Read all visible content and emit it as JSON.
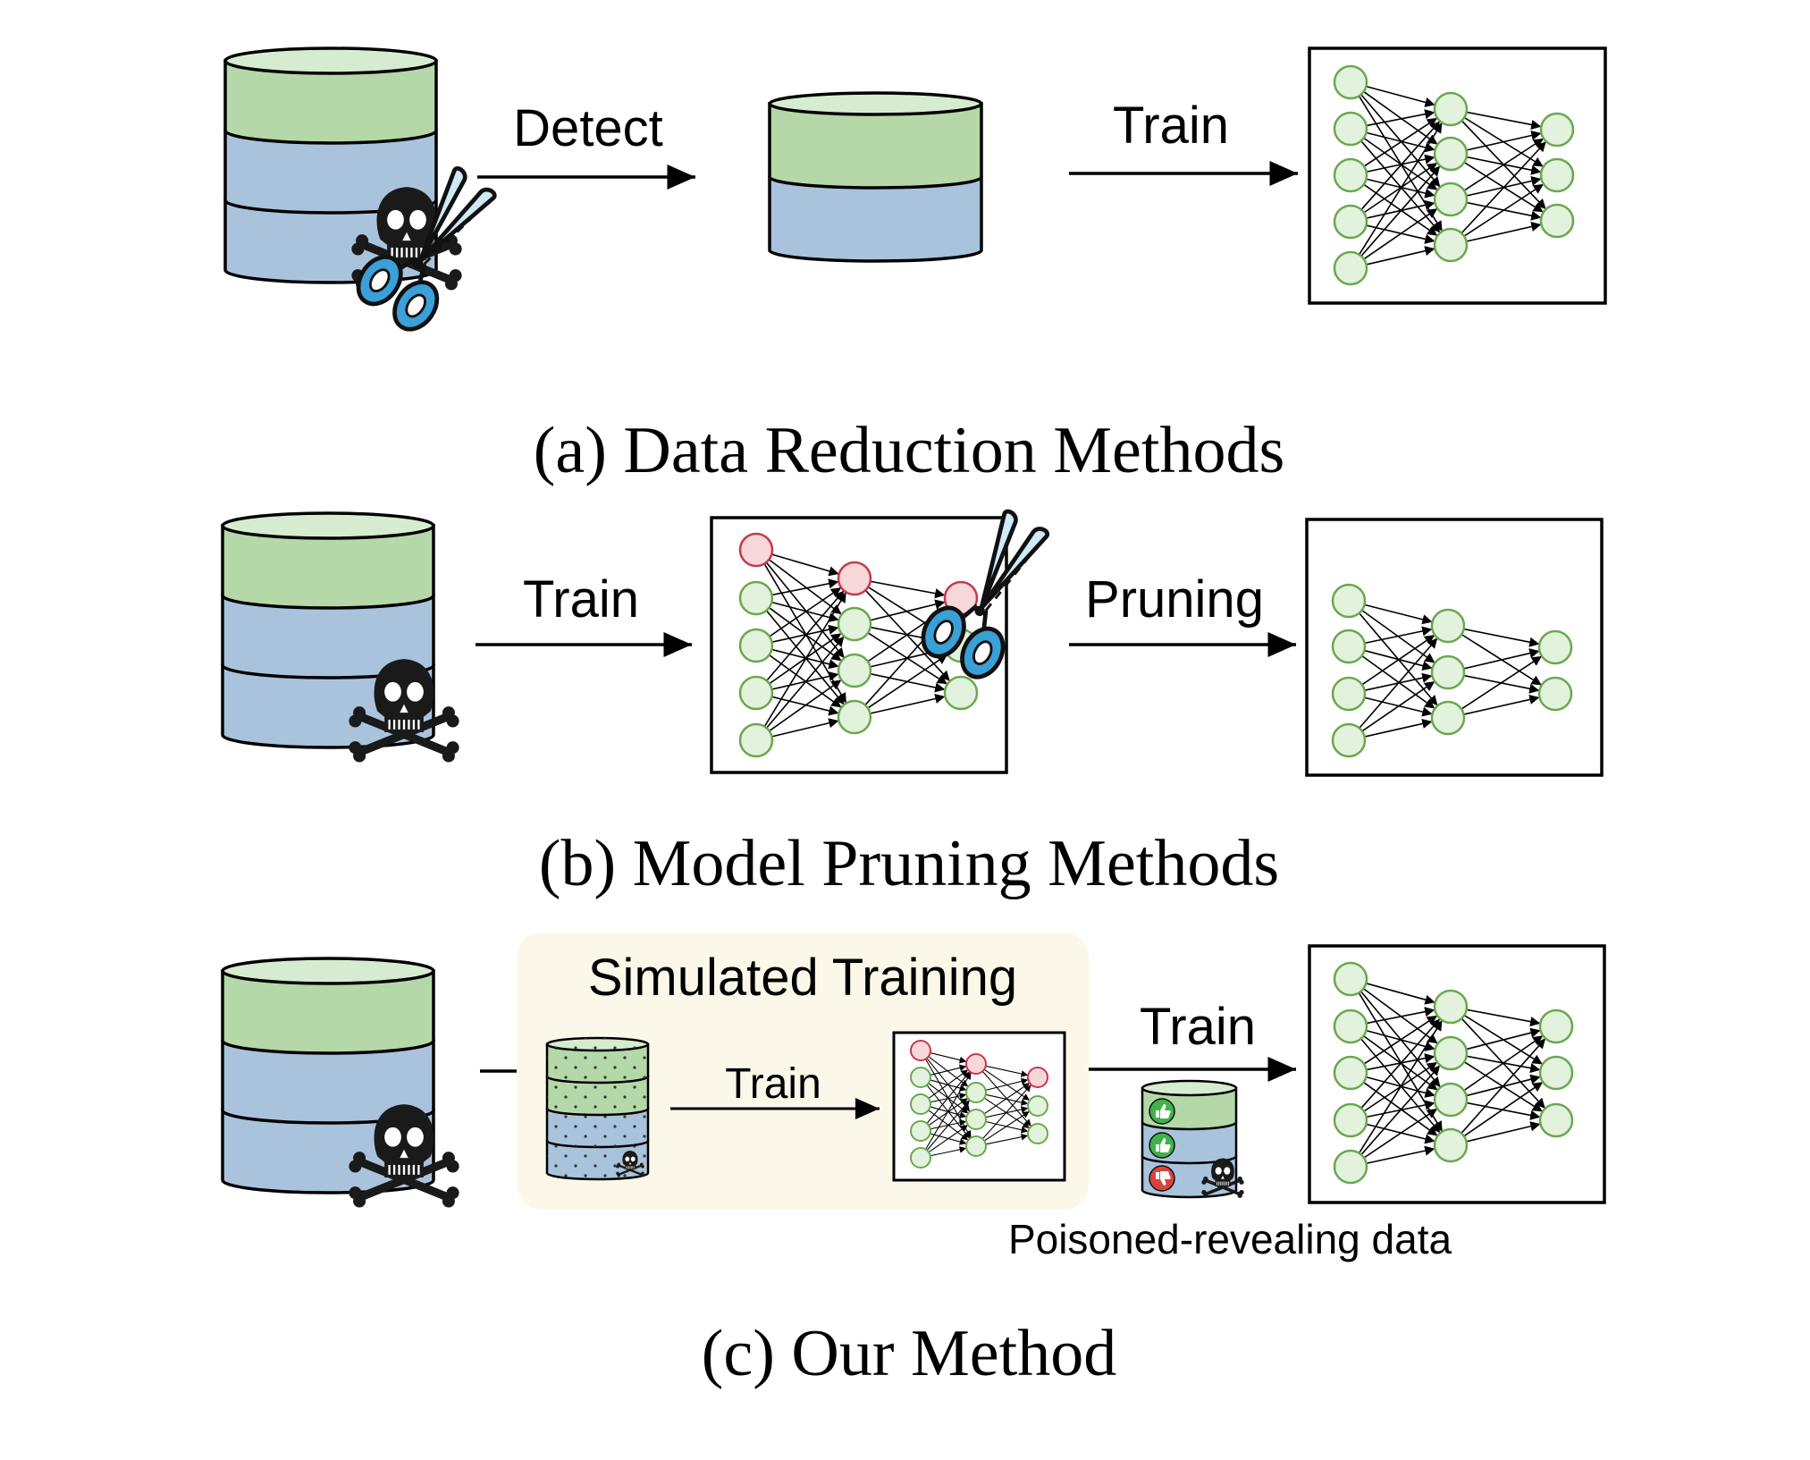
{
  "colors": {
    "db_green": "#b4d8a8",
    "db_blue": "#a9c3dc",
    "db_top_green": "#d6ecd0",
    "node_fill": "#e3f2dc",
    "node_stroke": "#6aa84f",
    "pruned_fill": "#f8d7da",
    "pruned_stroke": "#c8384a",
    "highlight_panel": "#fbf8e9",
    "scissor_blue": "#3aa0d8",
    "scissor_light": "#cfeaf7",
    "thumb_up": "#3fb24a",
    "thumb_down": "#d9433f"
  },
  "icons": [
    "database-icon",
    "skull-icon",
    "scissors-icon",
    "neural-network-icon",
    "thumbs-up-icon",
    "thumbs-down-icon"
  ],
  "panel_a": {
    "detect_label": "Detect",
    "train_label": "Train",
    "caption": "(a) Data Reduction Methods"
  },
  "panel_b": {
    "train_label": "Train",
    "pruning_label": "Pruning",
    "caption": "(b) Model Pruning Methods"
  },
  "panel_c": {
    "simulated_title": "Simulated Training",
    "inner_train_label": "Train",
    "train_label": "Train",
    "poisoned_label": "Poisoned-revealing data",
    "caption": "(c) Our Method"
  }
}
